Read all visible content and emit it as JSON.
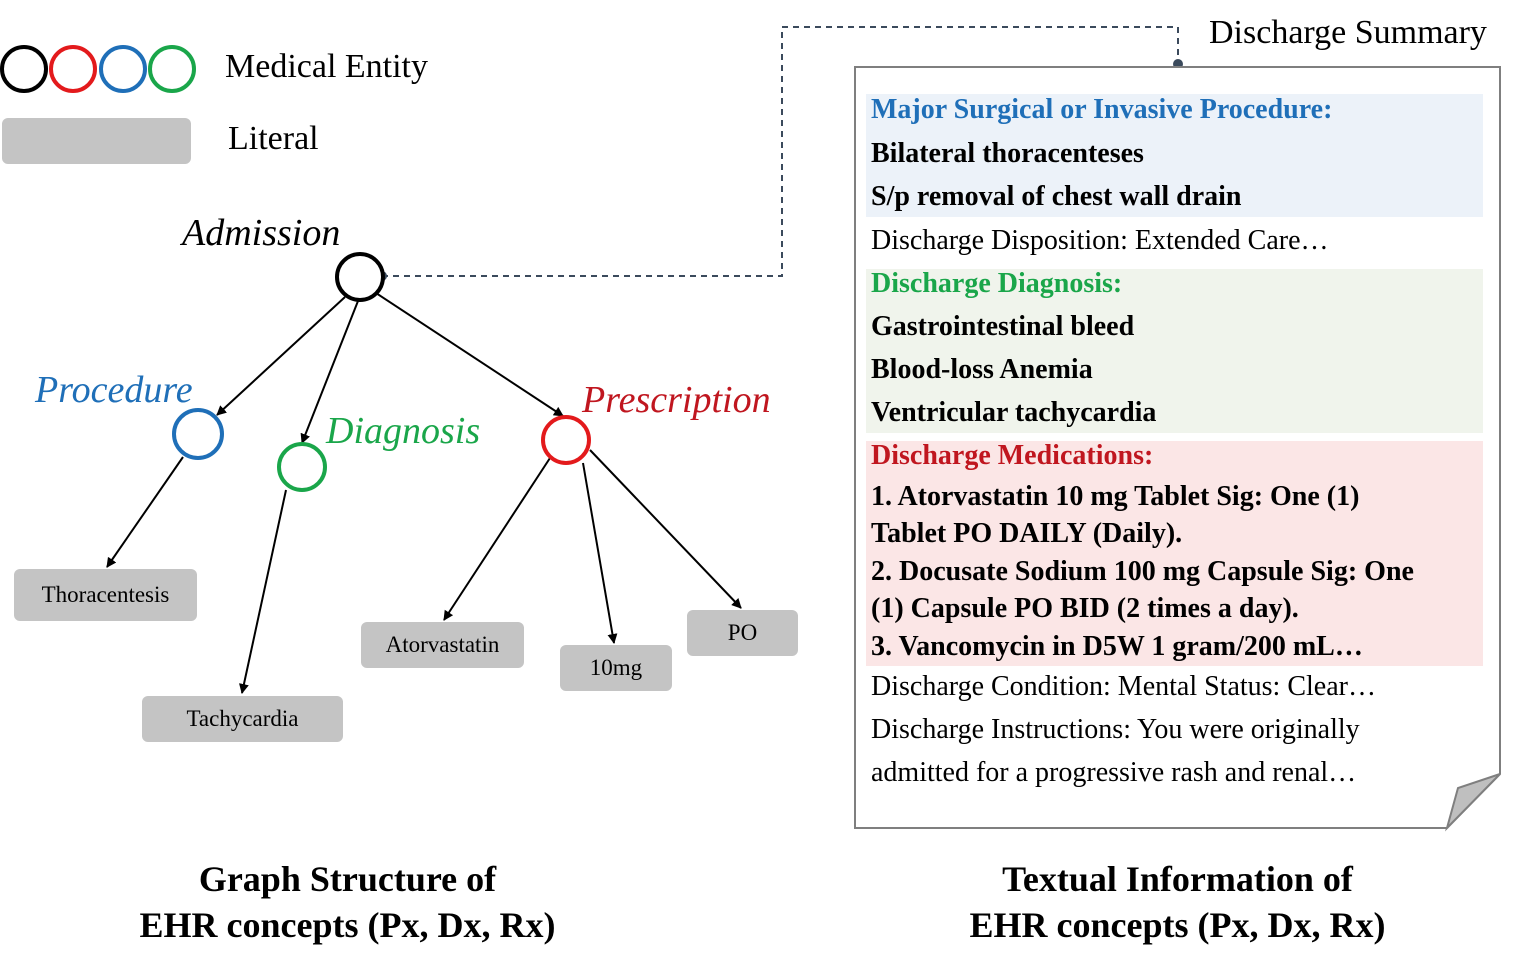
{
  "legend": {
    "entity_label": "Medical Entity",
    "literal_label": "Literal",
    "colors": [
      "#000000",
      "#e31a1c",
      "#1f6fb8",
      "#1aa64a"
    ]
  },
  "graph": {
    "root": "Admission",
    "branches": [
      {
        "label": "Procedure",
        "color": "#1f6fb8",
        "literals": [
          "Thoracentesis"
        ]
      },
      {
        "label": "Diagnosis",
        "color": "#1aa64a",
        "literals": [
          "Tachycardia"
        ]
      },
      {
        "label": "Prescription",
        "color": "#c0161f",
        "literals": [
          "Atorvastatin",
          "10mg",
          "PO"
        ]
      }
    ]
  },
  "summary": {
    "title": "Discharge Summary",
    "procedure": {
      "heading": "Major Surgical or Invasive Procedure:",
      "items": [
        "Bilateral thoracenteses",
        "S/p removal of chest wall drain"
      ]
    },
    "disposition": "Discharge Disposition:  Extended Care…",
    "diagnosis": {
      "heading": "Discharge Diagnosis:",
      "items": [
        "Gastrointestinal bleed",
        "Blood-loss Anemia",
        "Ventricular tachycardia"
      ]
    },
    "medications": {
      "heading": "Discharge Medications:",
      "lines": [
        "1. Atorvastatin 10 mg Tablet Sig: One (1)",
        "Tablet PO DAILY (Daily).",
        "2. Docusate Sodium 100 mg Capsule Sig: One",
        "(1) Capsule PO BID (2 times a day).",
        "3. Vancomycin in D5W 1 gram/200 mL…"
      ]
    },
    "condition": "Discharge Condition: Mental Status: Clear…",
    "instructions": [
      "Discharge Instructions: You were originally",
      "admitted for a progressive rash and renal…"
    ],
    "band_colors": {
      "procedure": "#ecf2f9",
      "diagnosis": "#f0f4ec",
      "medications": "#fbe6e6"
    },
    "heading_colors": {
      "procedure": "#1f6fb8",
      "diagnosis": "#1aa64a",
      "medications": "#c0161f"
    }
  },
  "captions": {
    "left": [
      "Graph Structure of",
      "EHR concepts (Px, Dx, Rx)"
    ],
    "right": [
      "Textual Information of",
      "EHR concepts (Px, Dx, Rx)"
    ]
  }
}
